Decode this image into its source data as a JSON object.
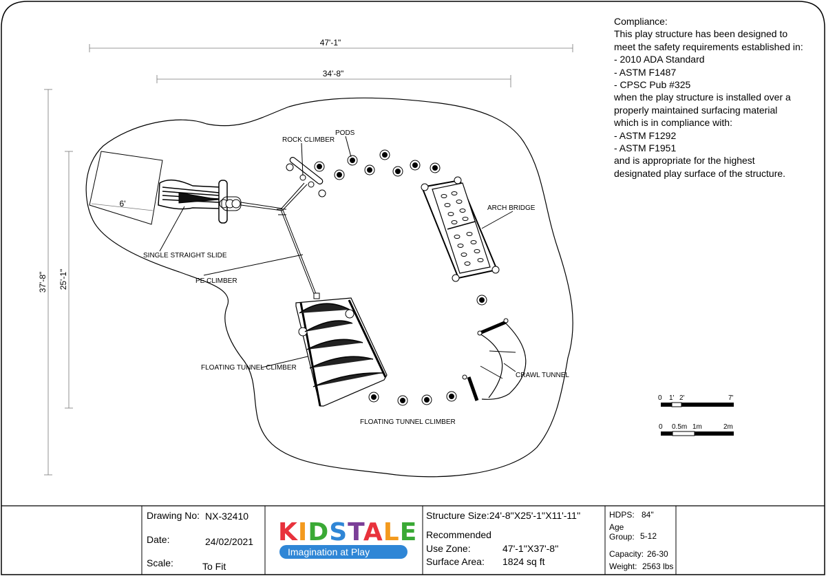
{
  "compliance": {
    "lines": [
      "Compliance:",
      "This play structure has been designed to",
      "meet the safety requirements established in:",
      "- 2010 ADA Standard",
      "- ASTM F1487",
      "- CPSC Pub #325",
      "when the play structure is installed over a",
      "properly maintained surfacing material",
      "which is in compliance with:",
      "- ASTM F1292",
      "- ASTM F1951",
      "and is appropriate for the highest",
      "designated play surface of the structure."
    ]
  },
  "dimensions": {
    "overall_width": "47'-1\"",
    "structure_width": "34'-8\"",
    "overall_depth": "37'-8\"",
    "structure_depth": "25'-1\"",
    "slide_length": "6'"
  },
  "components": {
    "rock_climber": "ROCK CLIMBER",
    "pods": "PODS",
    "arch_bridge": "ARCH BRIDGE",
    "single_straight_slide": "SINGLE STRAIGHT SLIDE",
    "pe_climber": "PE CLIMBER",
    "floating_tunnel_climber_1": "FLOATING TUNNEL CLIMBER",
    "floating_tunnel_climber_2": "FLOATING TUNNEL CLIMBER",
    "crawl_tunnel": "CRAWL TUNNEL"
  },
  "scale_bars": {
    "imperial": [
      "0",
      "1'",
      "2'",
      "7'"
    ],
    "metric": [
      "0",
      "0.5m",
      "1m",
      "2m"
    ]
  },
  "title_block": {
    "drawing_no_label": "Drawing No:",
    "drawing_no": "NX-32410",
    "date_label": "Date:",
    "date": "24/02/2021",
    "scale_label": "Scale:",
    "scale": "To Fit",
    "logo_text": "KIDSTALE",
    "logo_tagline": "Imagination at Play",
    "structure_size": "Structure Size:24'-8''X25'-1''X11'-11''",
    "recommended": "Recommended",
    "use_zone_label": "Use Zone:",
    "use_zone": "47'-1''X37'-8''",
    "surface_area_label": "Surface Area:",
    "surface_area": "1824 sq ft",
    "hdps_label": "HDPS:",
    "hdps": "84\"",
    "age_label_1": "Age",
    "age_label_2": "Group:",
    "age_group": "5-12",
    "capacity_label": "Capacity:",
    "capacity": "26-30",
    "weight_label": "Weight:",
    "weight": "2563 lbs"
  },
  "colors": {
    "logo_red": "#e8323c",
    "logo_orange": "#f39a1e",
    "logo_green": "#3aa935",
    "logo_blue": "#2f86d6",
    "logo_purple": "#7b3f98"
  }
}
